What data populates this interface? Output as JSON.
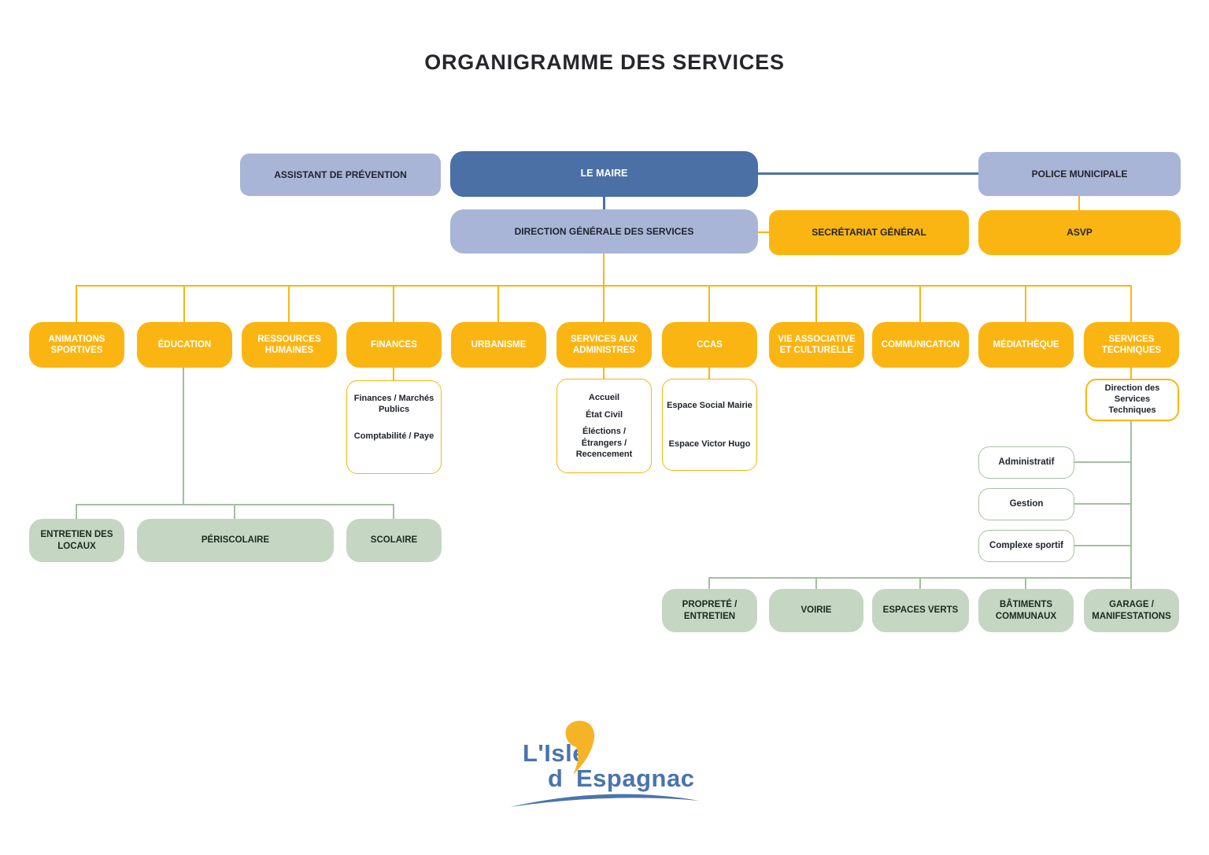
{
  "title": "ORGANIGRAMME DES SERVICES",
  "top": {
    "assistant": "ASSISTANT DE PRÉVENTION",
    "maire": "LE MAIRE",
    "police": "POLICE MUNICIPALE",
    "dgs": "DIRECTION GÉNÉRALE DES SERVICES",
    "secretariat": "SECRÉTARIAT GÉNÉRAL",
    "asvp": "ASVP"
  },
  "departments": [
    "ANIMATIONS SPORTIVES",
    "ÉDUCATION",
    "RESSOURCES HUMAINES",
    "FINANCES",
    "URBANISME",
    "SERVICES AUX ADMINISTRES",
    "CCAS",
    "VIE ASSOCIATIVE ET CULTURELLE",
    "COMMUNICATION",
    "MÉDIATHÈQUE",
    "SERVICES TECHNIQUES"
  ],
  "subgroups": {
    "finances": [
      "Finances / Marchés Publics",
      "Comptabilité / Paye"
    ],
    "services_aux_administres": [
      "Accueil",
      "État Civil",
      "Éléctions / Étrangers / Recencement"
    ],
    "ccas": [
      "Espace Social Mairie",
      "Espace Victor Hugo"
    ]
  },
  "education_children": [
    "ENTRETIEN DES LOCAUX",
    "PÉRISCOLAIRE",
    "SCOLAIRE"
  ],
  "services_techniques": {
    "direction": "Direction des Services Techniques",
    "units": [
      "Administratif",
      "Gestion",
      "Complexe sportif"
    ],
    "teams": [
      "PROPRETÉ / ENTRETIEN",
      "VOIRIE",
      "ESPACES VERTS",
      "BÂTIMENTS COMMUNAUX",
      "GARAGE / MANIFESTATIONS"
    ]
  },
  "logo": {
    "line1": "L'Isle",
    "line2_prefix": "d",
    "line2_rest": "Espagnac"
  },
  "colors": {
    "yellow": "#FBB512",
    "lavender": "#A9B5D6",
    "blue": "#4B70A6",
    "green_fill": "#C5D6C3",
    "green_line": "#A3BFA0",
    "text_dark": "#20242C",
    "logo_blue": "#4A74AE",
    "logo_yellow": "#F5B427"
  }
}
